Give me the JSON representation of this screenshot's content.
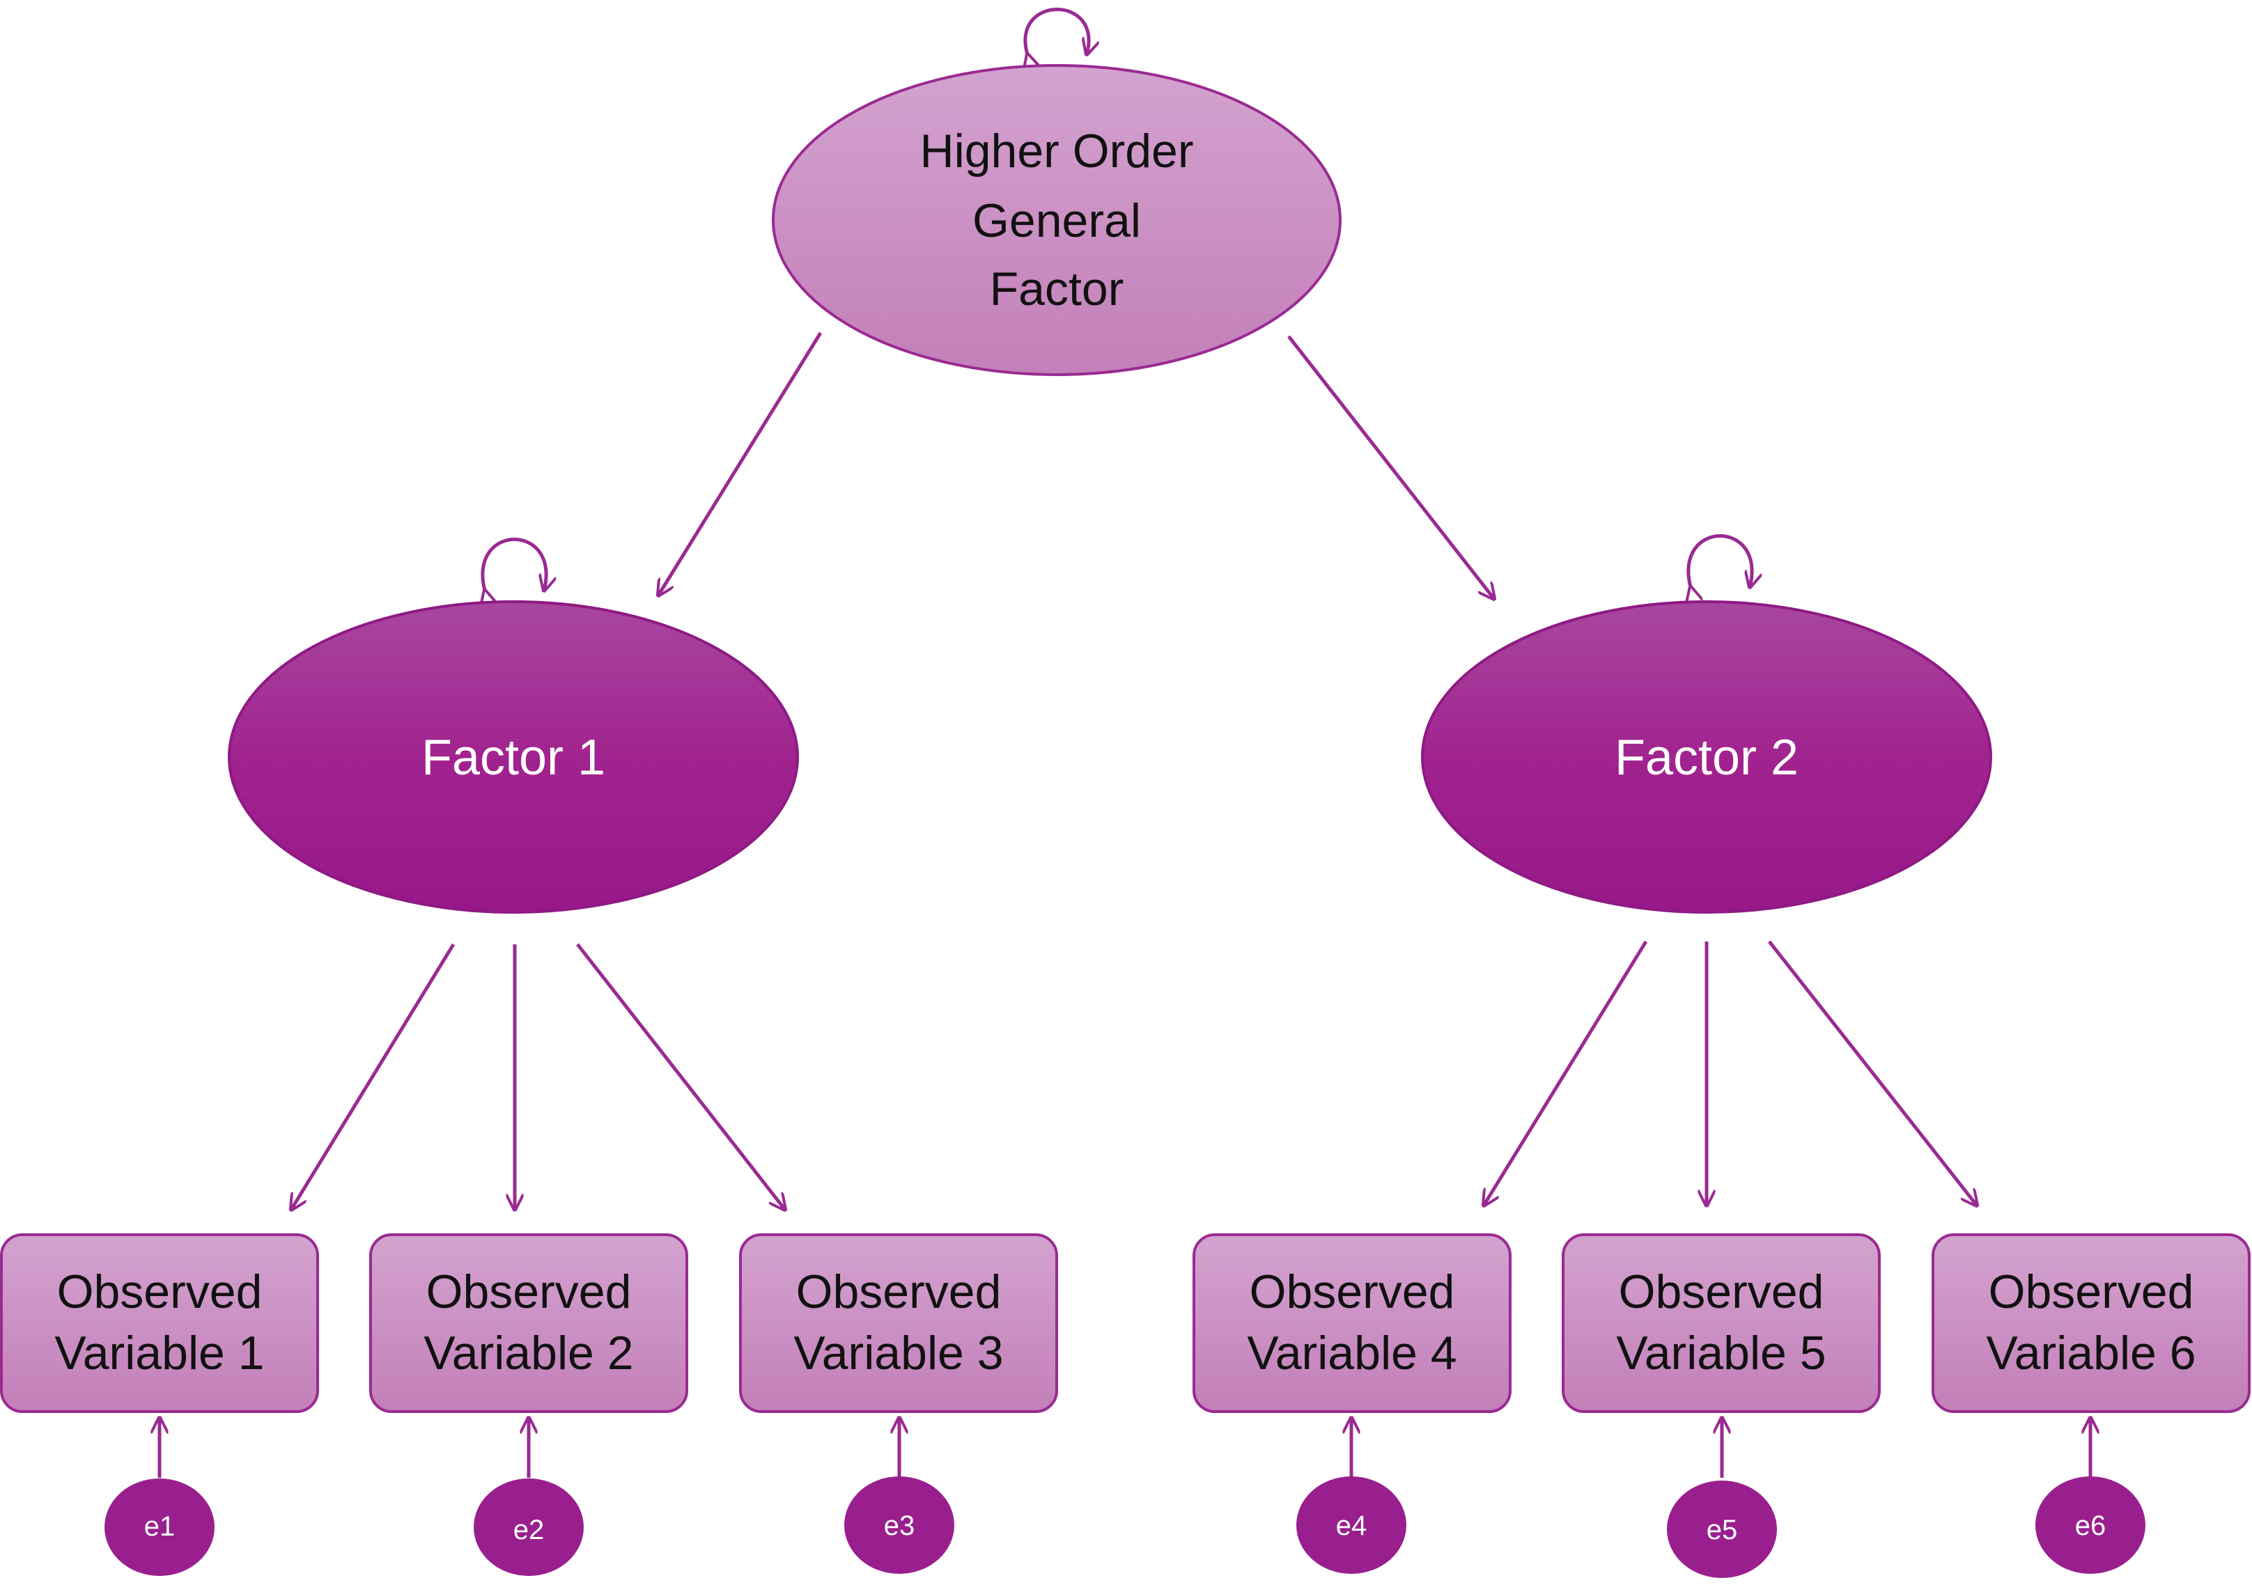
{
  "colors": {
    "accent": "#9a1f8e",
    "light_fill_top": "#d3a3cf",
    "light_fill_bottom": "#c37fb9",
    "dark_fill_top": "#a8479f",
    "dark_fill_bottom": "#98188a",
    "stroke": "#9a2a92"
  },
  "nodes": {
    "general": {
      "lines": [
        "Higher Order",
        "General",
        "Factor"
      ],
      "shape": "ellipse"
    },
    "factor1": {
      "label": "Factor 1",
      "shape": "ellipse"
    },
    "factor2": {
      "label": "Factor 2",
      "shape": "ellipse"
    },
    "observed": [
      {
        "line1": "Observed",
        "line2": "Variable 1"
      },
      {
        "line1": "Observed",
        "line2": "Variable 2"
      },
      {
        "line1": "Observed",
        "line2": "Variable 3"
      },
      {
        "line1": "Observed",
        "line2": "Variable 4"
      },
      {
        "line1": "Observed",
        "line2": "Variable 5"
      },
      {
        "line1": "Observed",
        "line2": "Variable 6"
      }
    ],
    "errors": [
      "e1",
      "e2",
      "e3",
      "e4",
      "e5",
      "e6"
    ]
  }
}
